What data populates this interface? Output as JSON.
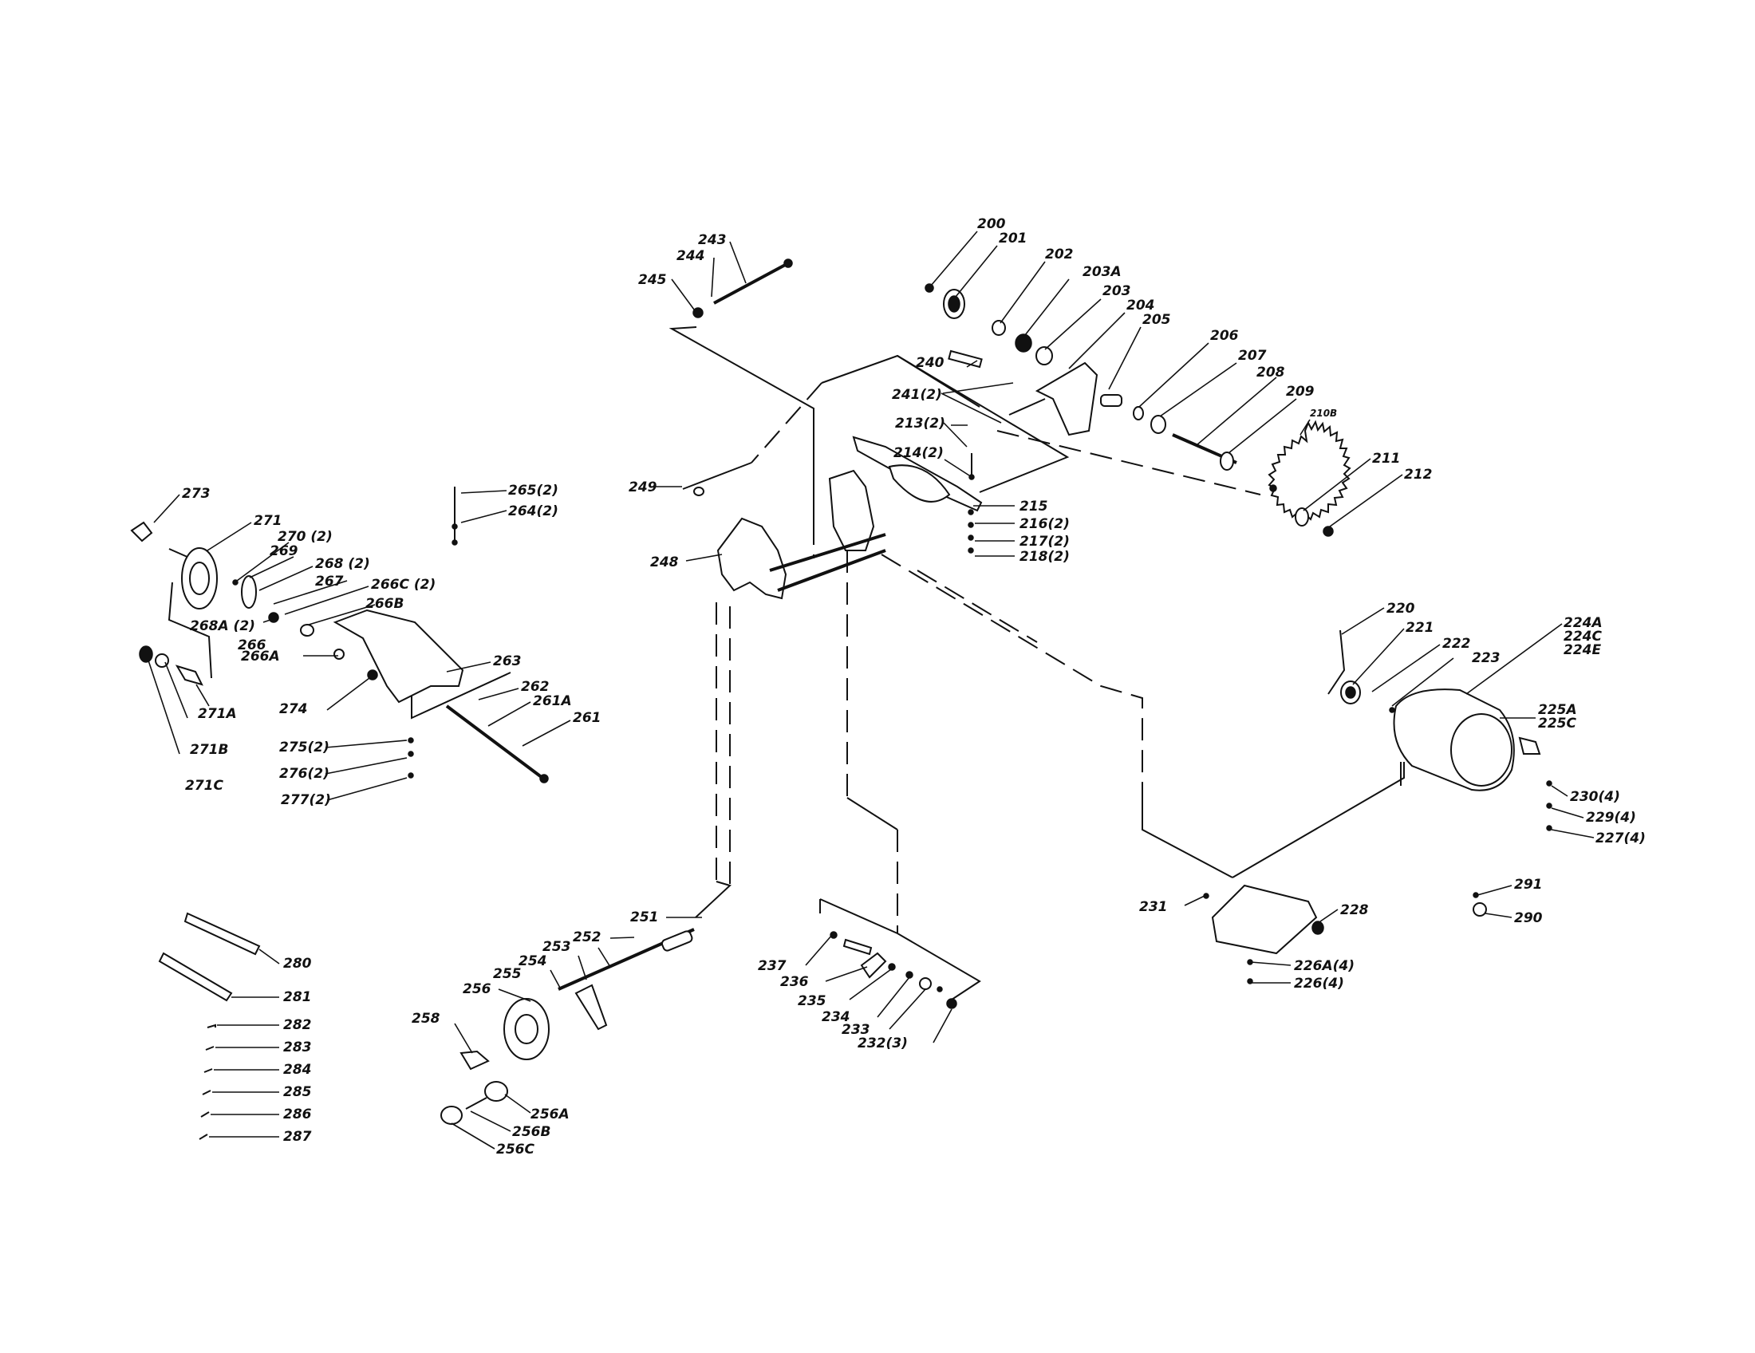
{
  "labels": {
    "l200": "200",
    "l201": "201",
    "l202": "202",
    "l203A": "203A",
    "l203": "203",
    "l204": "204",
    "l205": "205",
    "l206": "206",
    "l207": "207",
    "l208": "208",
    "l209": "209",
    "l210B": "210B",
    "l211": "211",
    "l212": "212",
    "l213": "213(2)",
    "l214": "214(2)",
    "l215": "215",
    "l216": "216(2)",
    "l217": "217(2)",
    "l218": "218(2)",
    "l220": "220",
    "l221": "221",
    "l222": "222",
    "l223": "223",
    "l224A": "224A",
    "l224C": "224C",
    "l224E": "224E",
    "l225A": "225A",
    "l225C": "225C",
    "l226A": "226A(4)",
    "l226": "226(4)",
    "l227": "227(4)",
    "l228": "228",
    "l229": "229(4)",
    "l230": "230(4)",
    "l231": "231",
    "l232": "232(3)",
    "l233": "233",
    "l234": "234",
    "l235": "235",
    "l236": "236",
    "l237": "237",
    "l240": "240",
    "l241": "241(2)",
    "l243": "243",
    "l244": "244",
    "l245": "245",
    "l248": "248",
    "l249": "249",
    "l251": "251",
    "l252": "252",
    "l253": "253",
    "l254": "254",
    "l255": "255",
    "l256": "256",
    "l256A": "256A",
    "l256B": "256B",
    "l256C": "256C",
    "l258": "258",
    "l261": "261",
    "l261A": "261A",
    "l262": "262",
    "l263": "263",
    "l264": "264(2)",
    "l265": "265(2)",
    "l266": "266",
    "l266A": "266A",
    "l266B": "266B",
    "l266C": "266C (2)",
    "l267": "267",
    "l268": "268 (2)",
    "l268A": "268A (2)",
    "l269": "269",
    "l270": "270 (2)",
    "l271": "271",
    "l271A": "271A",
    "l271B": "271B",
    "l271C": "271C",
    "l273": "273",
    "l274": "274",
    "l275": "275(2)",
    "l276": "276(2)",
    "l277": "277(2)",
    "l280": "280",
    "l281": "281",
    "l282": "282",
    "l283": "283",
    "l284": "284",
    "l285": "285",
    "l286": "286",
    "l287": "287",
    "l290": "290",
    "l291": "291"
  }
}
